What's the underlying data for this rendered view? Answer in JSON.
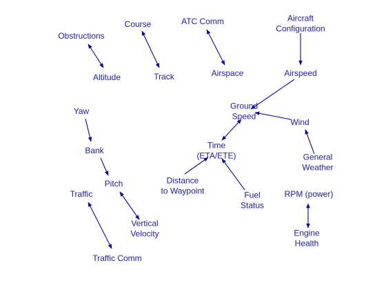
{
  "colors": {
    "text": "#1a1ab4",
    "edge": "#0a0a9c",
    "background": "#ffffff"
  },
  "nodes": [
    {
      "id": "obstructions",
      "lines": [
        "Obstructions"
      ]
    },
    {
      "id": "altitude",
      "lines": [
        "Altitude"
      ]
    },
    {
      "id": "course",
      "lines": [
        "Course"
      ]
    },
    {
      "id": "track",
      "lines": [
        "Track"
      ]
    },
    {
      "id": "atc-comm",
      "lines": [
        "ATC Comm"
      ]
    },
    {
      "id": "airspace",
      "lines": [
        "Airspace"
      ]
    },
    {
      "id": "aircraft-configuration",
      "lines": [
        "Aircraft",
        "Configuration"
      ]
    },
    {
      "id": "airspeed",
      "lines": [
        "Airspeed"
      ]
    },
    {
      "id": "ground-speed",
      "lines": [
        "Ground",
        "Speed"
      ]
    },
    {
      "id": "wind",
      "lines": [
        "Wind"
      ]
    },
    {
      "id": "general-weather",
      "lines": [
        "General",
        "Weather"
      ]
    },
    {
      "id": "time",
      "lines": [
        "Time",
        "(ETA/ETE)"
      ]
    },
    {
      "id": "distance-to-waypoint",
      "lines": [
        "Distance",
        "to Waypoint"
      ]
    },
    {
      "id": "fuel-status",
      "lines": [
        "Fuel",
        "Status"
      ]
    },
    {
      "id": "rpm-power",
      "lines": [
        "RPM (power)"
      ]
    },
    {
      "id": "engine-health",
      "lines": [
        "Engine",
        "Health"
      ]
    },
    {
      "id": "yaw",
      "lines": [
        "Yaw"
      ]
    },
    {
      "id": "bank",
      "lines": [
        "Bank"
      ]
    },
    {
      "id": "pitch",
      "lines": [
        "Pitch"
      ]
    },
    {
      "id": "vertical-velocity",
      "lines": [
        "Vertical",
        "Velocity"
      ]
    },
    {
      "id": "traffic",
      "lines": [
        "Traffic"
      ]
    },
    {
      "id": "traffic-comm",
      "lines": [
        "Traffic Comm"
      ]
    }
  ],
  "edges": [
    {
      "from": "obstructions",
      "to": "altitude",
      "arrows": "both"
    },
    {
      "from": "course",
      "to": "track",
      "arrows": "both"
    },
    {
      "from": "atc-comm",
      "to": "airspace",
      "arrows": "both"
    },
    {
      "from": "aircraft-configuration",
      "to": "airspeed",
      "arrows": "end"
    },
    {
      "from": "airspeed",
      "to": "ground-speed",
      "arrows": "end"
    },
    {
      "from": "wind",
      "to": "ground-speed",
      "arrows": "end"
    },
    {
      "from": "general-weather",
      "to": "wind",
      "arrows": "end"
    },
    {
      "from": "time",
      "to": "ground-speed",
      "arrows": "both"
    },
    {
      "from": "distance-to-waypoint",
      "to": "time",
      "arrows": "end"
    },
    {
      "from": "fuel-status",
      "to": "time",
      "arrows": "end"
    },
    {
      "from": "rpm-power",
      "to": "engine-health",
      "arrows": "both"
    },
    {
      "from": "yaw",
      "to": "bank",
      "arrows": "end"
    },
    {
      "from": "bank",
      "to": "pitch",
      "arrows": "end"
    },
    {
      "from": "pitch",
      "to": "vertical-velocity",
      "arrows": "both"
    },
    {
      "from": "traffic",
      "to": "traffic-comm",
      "arrows": "both"
    }
  ]
}
